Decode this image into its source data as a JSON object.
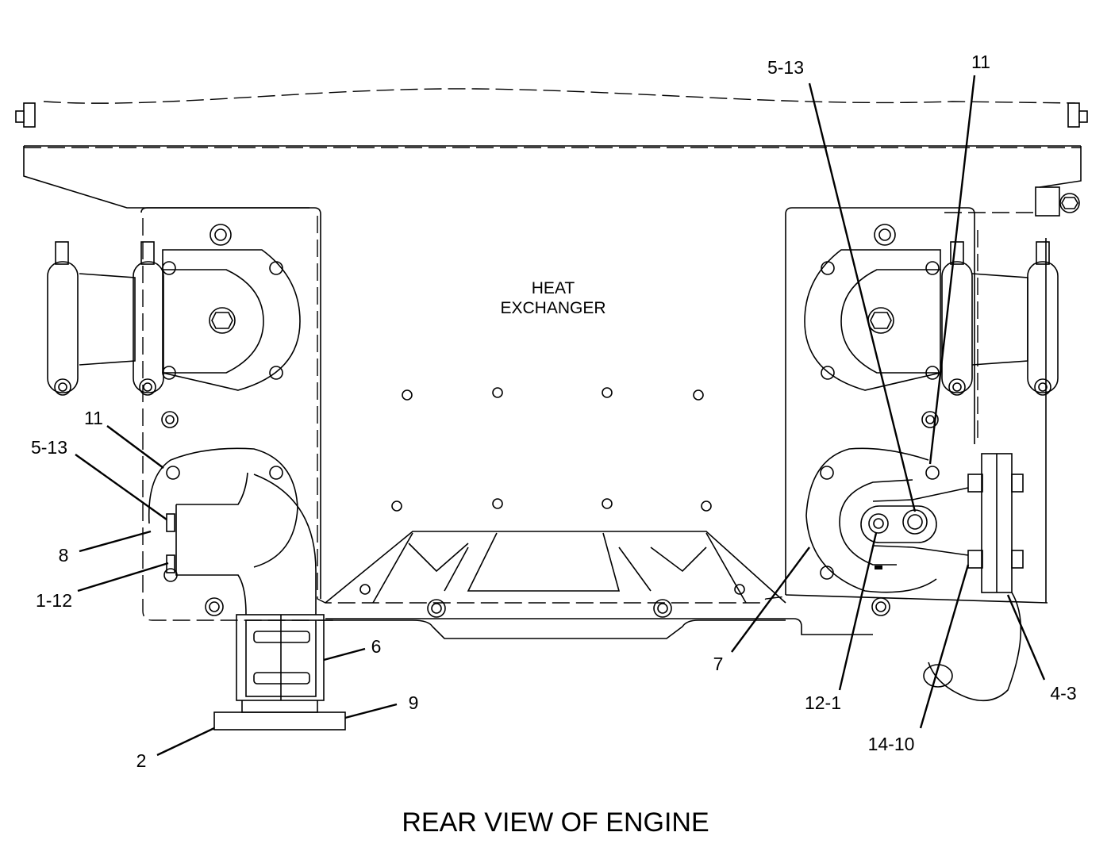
{
  "diagram": {
    "title": "REAR VIEW OF ENGINE",
    "component_label_lines": [
      "HEAT",
      "EXCHANGER"
    ],
    "callouts": {
      "c_5_13_top": "5-13",
      "c_11_top": "11",
      "c_11_left": "11",
      "c_5_13_left": "5-13",
      "c_8": "8",
      "c_1_12": "1-12",
      "c_6": "6",
      "c_9": "9",
      "c_2": "2",
      "c_7": "7",
      "c_12_1": "12-1",
      "c_14_10": "14-10",
      "c_4_3": "4-3"
    },
    "line_color": "#000000",
    "background": "#ffffff"
  }
}
